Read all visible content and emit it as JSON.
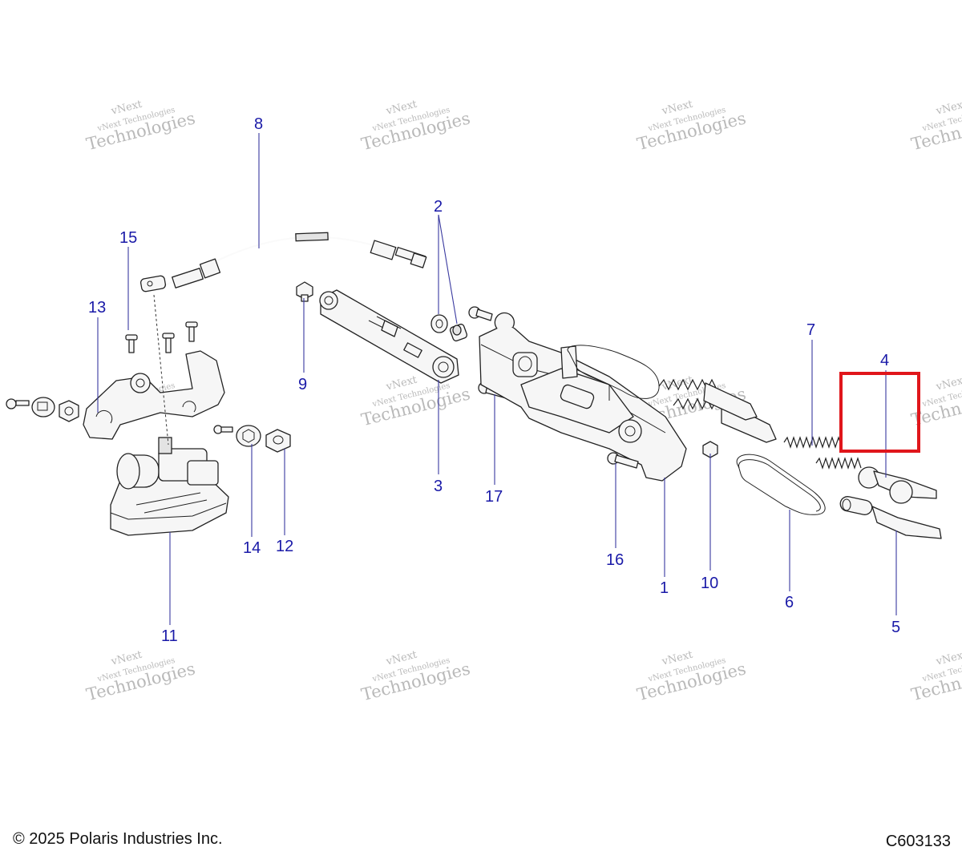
{
  "watermark": {
    "line1": "vNext",
    "line2": "vNext Technologies",
    "line3": "Technologies"
  },
  "callouts": {
    "c1": "1",
    "c2": "2",
    "c3": "3",
    "c4": "4",
    "c5": "5",
    "c6": "6",
    "c7": "7",
    "c8": "8",
    "c9": "9",
    "c10": "10",
    "c11": "11",
    "c12": "12",
    "c13": "13",
    "c14": "14",
    "c15": "15",
    "c16": "16",
    "c17": "17"
  },
  "highlight_color": "#e0161b",
  "callout_color": "#1a1aa8",
  "footer": {
    "copyright": "© 2025 Polaris Industries Inc.",
    "figure_code": "C603133"
  }
}
